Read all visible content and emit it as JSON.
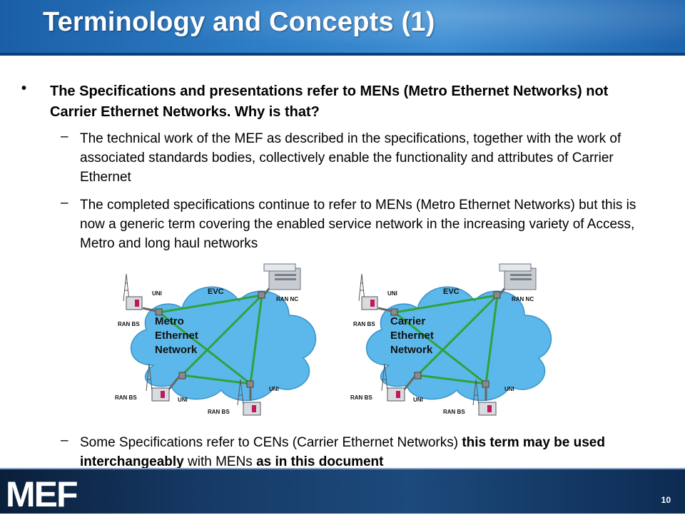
{
  "slide": {
    "title": "Terminology and Concepts (1)",
    "bullet_glyph": "•",
    "dash_glyph": "–",
    "bullet1": "The Specifications and presentations refer to MENs (Metro Ethernet Networks) not Carrier Ethernet Networks. Why is that?",
    "sub1": "The technical work of the MEF as described in the specifications, together with the work of associated standards bodies, collectively enable the functionality and attributes of Carrier Ethernet",
    "sub2": "The completed specifications continue to refer to MENs (Metro Ethernet Networks) but this is now a generic term covering the enabled service network in the increasing variety of Access, Metro and long haul networks",
    "sub3_part1": "Some Specifications refer to CENs (Carrier Ethernet Networks) ",
    "sub3_bold1": "this term may be used interchangeably",
    "sub3_part2": " with MENs ",
    "sub3_bold2": "as in this document"
  },
  "diagram_left": {
    "evc": "EVC",
    "uni": "UNI",
    "ran_nc": "RAN NC",
    "ran_bs": "RAN BS",
    "cloud_line1": "Metro",
    "cloud_line2": "Ethernet",
    "cloud_line3": "Network"
  },
  "diagram_right": {
    "evc": "EVC",
    "uni": "UNI",
    "ran_nc": "RAN NC",
    "ran_bs": "RAN BS",
    "cloud_line1": "Carrier",
    "cloud_line2": "Ethernet",
    "cloud_line3": "Network"
  },
  "footer": {
    "logo": "MEF",
    "page_number": "10"
  },
  "colors": {
    "header": "#2f7fc8",
    "cloud": "#5cb8ea",
    "evc_line": "#2fa23a",
    "footer": "#163a66"
  }
}
